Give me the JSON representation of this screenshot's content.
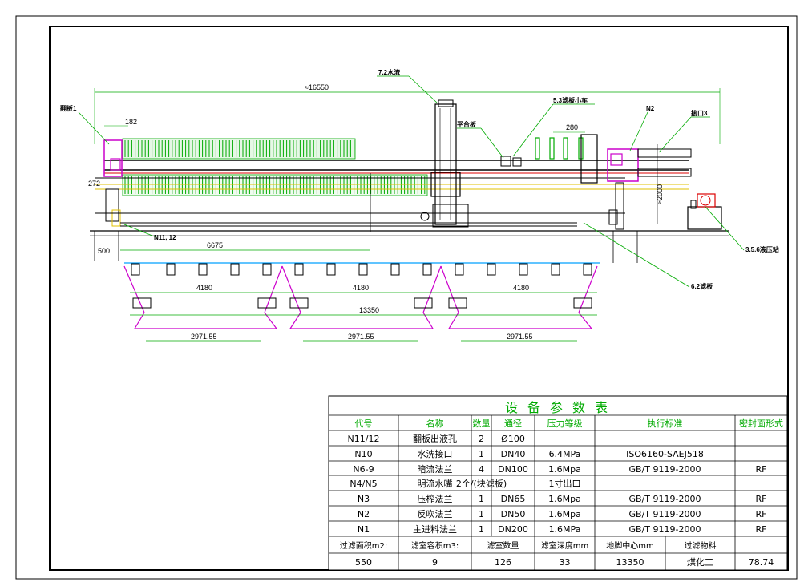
{
  "drawing": {
    "labels": {
      "top_flow": "7.2水流",
      "left_label": "翻板1",
      "vehicle": "5.3滤板小车",
      "mid_label": "平台板",
      "n2": "N2",
      "right_label": "接口3",
      "n11": "N11, 12",
      "hydraulic": "3.5.6液压站",
      "bottom_label": "6.2滤板"
    },
    "dimensions": {
      "overall": "≈16550",
      "d182": "182",
      "d280": "280",
      "d272": "272",
      "d2000": "≈2000",
      "d500": "500",
      "d6675": "6675",
      "spans": [
        "4180",
        "4180",
        "4180"
      ],
      "total": "13350",
      "subs": [
        "2971.55",
        "2971.55",
        "2971.55"
      ]
    }
  },
  "table": {
    "title": "设备参数表",
    "headers": [
      "代号",
      "名称",
      "数量",
      "通径",
      "压力等级",
      "执行标准",
      "密封面形式"
    ],
    "rows": [
      [
        "N11/12",
        "翻板出液孔",
        "2",
        "Ø100",
        "",
        "",
        ""
      ],
      [
        "N10",
        "水洗接口",
        "1",
        "DN40",
        "6.4MPa",
        "ISO6160-SAEJ518",
        ""
      ],
      [
        "N6-9",
        "暗流法兰",
        "4",
        "DN100",
        "1.6Mpa",
        "GB/T 9119-2000",
        "RF"
      ],
      [
        "N4/N5",
        "明流水嘴",
        "2个/(块滤板)",
        "",
        "1寸出口",
        "",
        ""
      ],
      [
        "N3",
        "压榨法兰",
        "1",
        "DN65",
        "1.6Mpa",
        "GB/T 9119-2000",
        "RF"
      ],
      [
        "N2",
        "反吹法兰",
        "1",
        "DN50",
        "1.6Mpa",
        "GB/T 9119-2000",
        "RF"
      ],
      [
        "N1",
        "主进料法兰",
        "1",
        "DN200",
        "1.6MPa",
        "GB/T 9119-2000",
        "RF"
      ]
    ],
    "summary_labels": [
      "过滤面积m2:",
      "滤室容积m3:",
      "滤室数量",
      "滤室深度mm",
      "地脚中心mm",
      "过滤物料"
    ],
    "summary_values": [
      "550",
      "9",
      "126",
      "33",
      "13350",
      "煤化工",
      "78.74"
    ]
  }
}
